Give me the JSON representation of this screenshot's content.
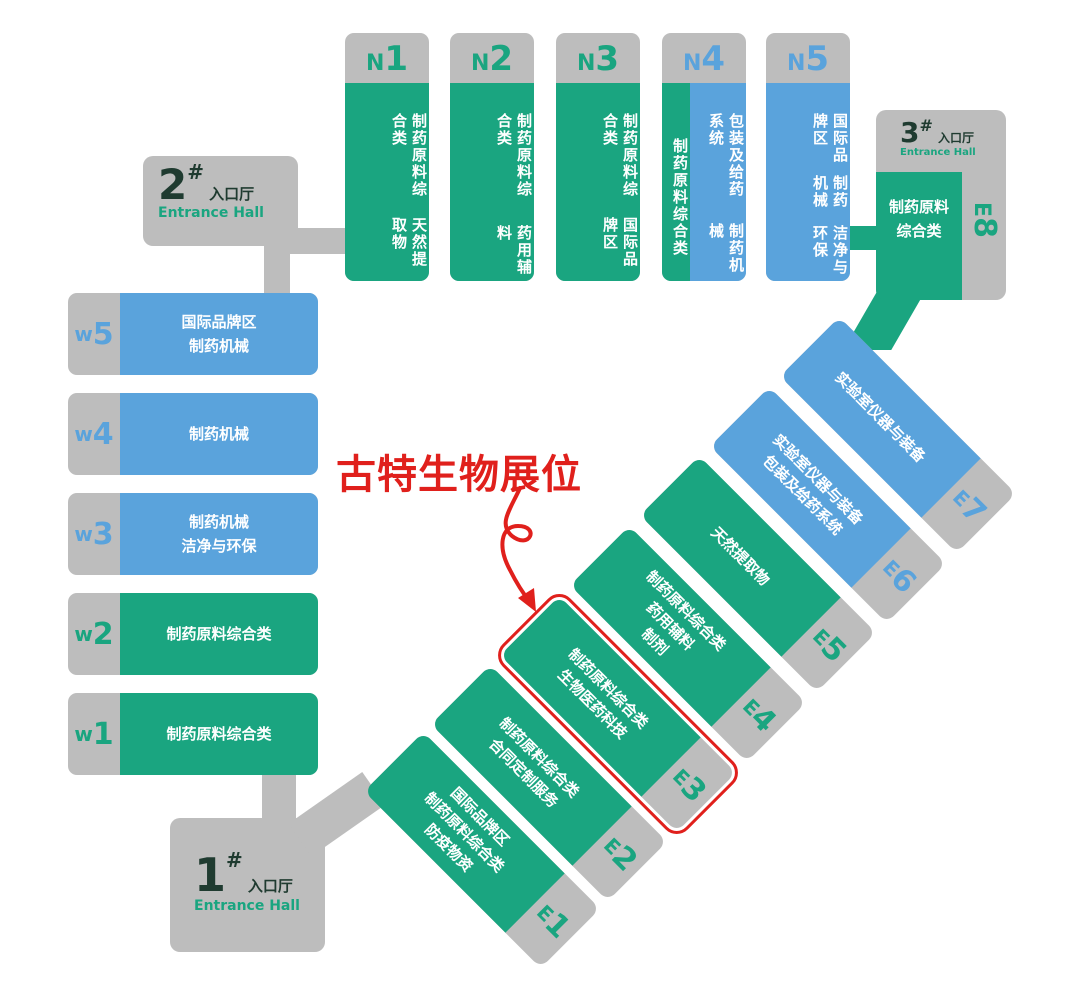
{
  "colors": {
    "green": "#1aa580",
    "blue": "#5aa3dc",
    "grey": "#bdbdbd",
    "highlight": "#e0201c",
    "dark": "#1f3b30"
  },
  "north_halls": [
    {
      "id": "N1",
      "letter": "N",
      "num": "1",
      "code_color": "green",
      "columns": [
        {
          "text": "制药原料综合类",
          "color": "green"
        },
        {
          "text": "天然提取物",
          "color": "green"
        }
      ]
    },
    {
      "id": "N2",
      "letter": "N",
      "num": "2",
      "code_color": "green",
      "columns": [
        {
          "text": "制药原料综合类",
          "color": "green"
        },
        {
          "text": "药用辅料",
          "color": "green"
        }
      ]
    },
    {
      "id": "N3",
      "letter": "N",
      "num": "3",
      "code_color": "green",
      "columns": [
        {
          "text": "制药原料综合类",
          "color": "green"
        },
        {
          "text": "国际品牌区",
          "color": "green"
        }
      ]
    },
    {
      "id": "N4",
      "letter": "N",
      "num": "4",
      "code_color": "blue",
      "columns": [
        {
          "text": "制药原料综合类",
          "color": "green"
        },
        {
          "text": "包装及给药系统",
          "color": "blue"
        },
        {
          "text": "制药机械",
          "color": "blue"
        }
      ]
    },
    {
      "id": "N5",
      "letter": "N",
      "num": "5",
      "code_color": "blue",
      "columns": [
        {
          "text": "国际品牌区",
          "color": "blue"
        },
        {
          "text": "制药机械",
          "color": "blue"
        },
        {
          "text": "洁净与环保",
          "color": "blue"
        }
      ]
    }
  ],
  "west_halls": [
    {
      "id": "W5",
      "letter": "w",
      "num": "5",
      "color": "blue",
      "lines": [
        "国际品牌区",
        "制药机械"
      ]
    },
    {
      "id": "W4",
      "letter": "w",
      "num": "4",
      "color": "blue",
      "lines": [
        "制药机械"
      ]
    },
    {
      "id": "W3",
      "letter": "w",
      "num": "3",
      "color": "blue",
      "lines": [
        "制药机械",
        "洁净与环保"
      ]
    },
    {
      "id": "W2",
      "letter": "w",
      "num": "2",
      "color": "green",
      "lines": [
        "制药原料综合类"
      ]
    },
    {
      "id": "W1",
      "letter": "w",
      "num": "1",
      "color": "green",
      "lines": [
        "制药原料综合类"
      ]
    }
  ],
  "east_halls": [
    {
      "id": "E1",
      "letter": "E",
      "num": "1",
      "color": "green",
      "lines": [
        "国际品牌区",
        "制药原料综合类",
        "防疫物资"
      ]
    },
    {
      "id": "E2",
      "letter": "E",
      "num": "2",
      "color": "green",
      "lines": [
        "制药原料综合类",
        "合同定制服务"
      ]
    },
    {
      "id": "E3",
      "letter": "E",
      "num": "3",
      "color": "green",
      "lines": [
        "制药原料综合类",
        "生物医药科技"
      ],
      "highlighted": true
    },
    {
      "id": "E4",
      "letter": "E",
      "num": "4",
      "color": "green",
      "lines": [
        "制药原料综合类",
        "药用辅料",
        "制剂"
      ]
    },
    {
      "id": "E5",
      "letter": "E",
      "num": "5",
      "color": "green",
      "lines": [
        "天然提取物"
      ]
    },
    {
      "id": "E6",
      "letter": "E",
      "num": "6",
      "color": "blue",
      "lines": [
        "实验室仪器与装备",
        "包装及给药系统"
      ]
    },
    {
      "id": "E7",
      "letter": "E",
      "num": "7",
      "color": "blue",
      "lines": [
        "实验室仪器与装备"
      ]
    }
  ],
  "e8": {
    "letter": "E",
    "num": "8",
    "lines": [
      "制药原料",
      "综合类"
    ]
  },
  "entrances": [
    {
      "num": "1",
      "mark": "#",
      "cn": "入口厅",
      "en": "Entrance Hall"
    },
    {
      "num": "2",
      "mark": "#",
      "cn": "入口厅",
      "en": "Entrance Hall"
    },
    {
      "num": "3",
      "mark": "#",
      "cn": "入口厅",
      "en": "Entrance Hall"
    }
  ],
  "annotation": {
    "text": "古特生物展位",
    "target": "E3"
  }
}
